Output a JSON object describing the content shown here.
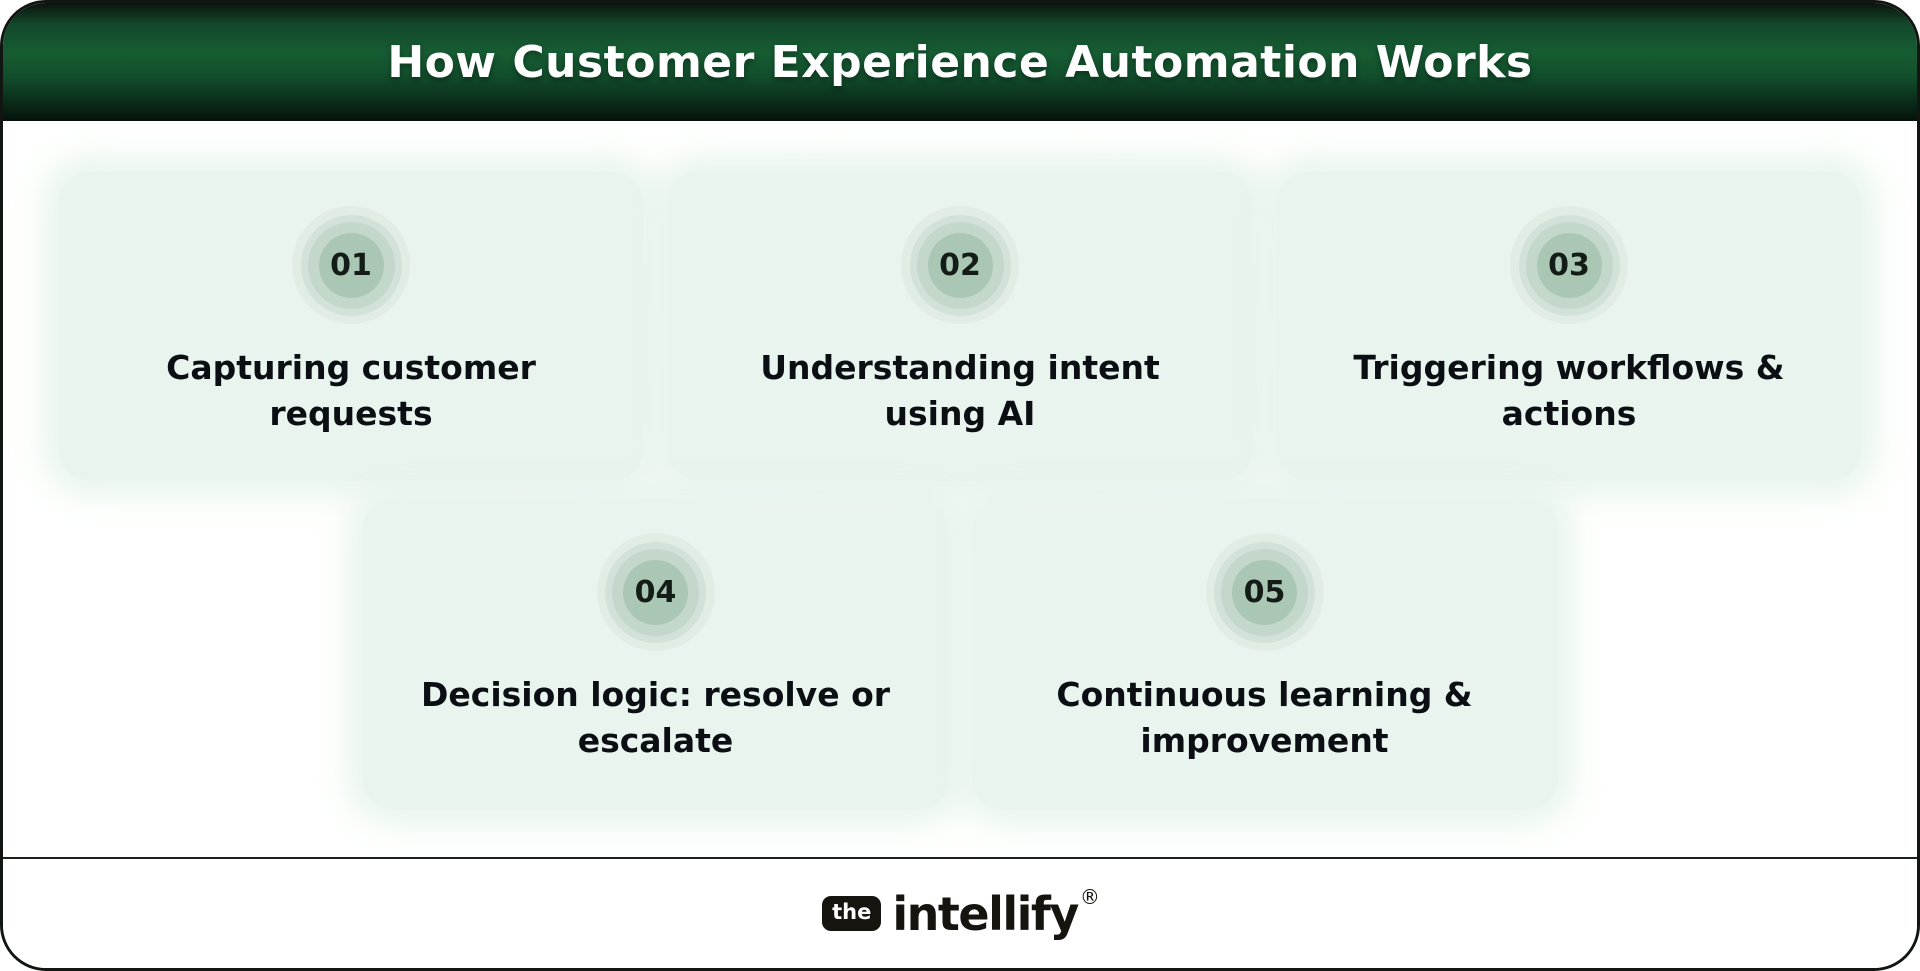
{
  "header": {
    "title": "How Customer Experience Automation Works"
  },
  "steps": [
    {
      "number": "01",
      "title": "Capturing customer requests",
      "title_lines": [
        "Capturing customer",
        "requests"
      ]
    },
    {
      "number": "02",
      "title": "Understanding intent using AI",
      "title_lines": [
        "Understanding intent",
        "using AI"
      ]
    },
    {
      "number": "03",
      "title": "Triggering workflows & actions",
      "title_lines": [
        "Triggering workflows &",
        "actions"
      ]
    },
    {
      "number": "04",
      "title": "Decision logic: resolve or escalate",
      "title_lines": [
        "Decision logic: resolve or",
        "escalate"
      ]
    },
    {
      "number": "05",
      "title": "Continuous learning & improvement",
      "title_lines": [
        "Continuous learning &",
        "improvement"
      ]
    }
  ],
  "footer": {
    "logo_prefix": "the",
    "logo_name": "intellify",
    "registered_mark": "®"
  },
  "colors": {
    "header_green": "#175c33",
    "header_green_dark": "#05120a",
    "card_background": "#e9f4ef",
    "badge_inner": "#aac7b5",
    "badge_ring_mid": "#c3d7ca",
    "badge_ring_outer": "#e1ece5",
    "text_dark": "#0b0f13",
    "logo_black": "#16140f",
    "title_white": "#ffffff"
  }
}
